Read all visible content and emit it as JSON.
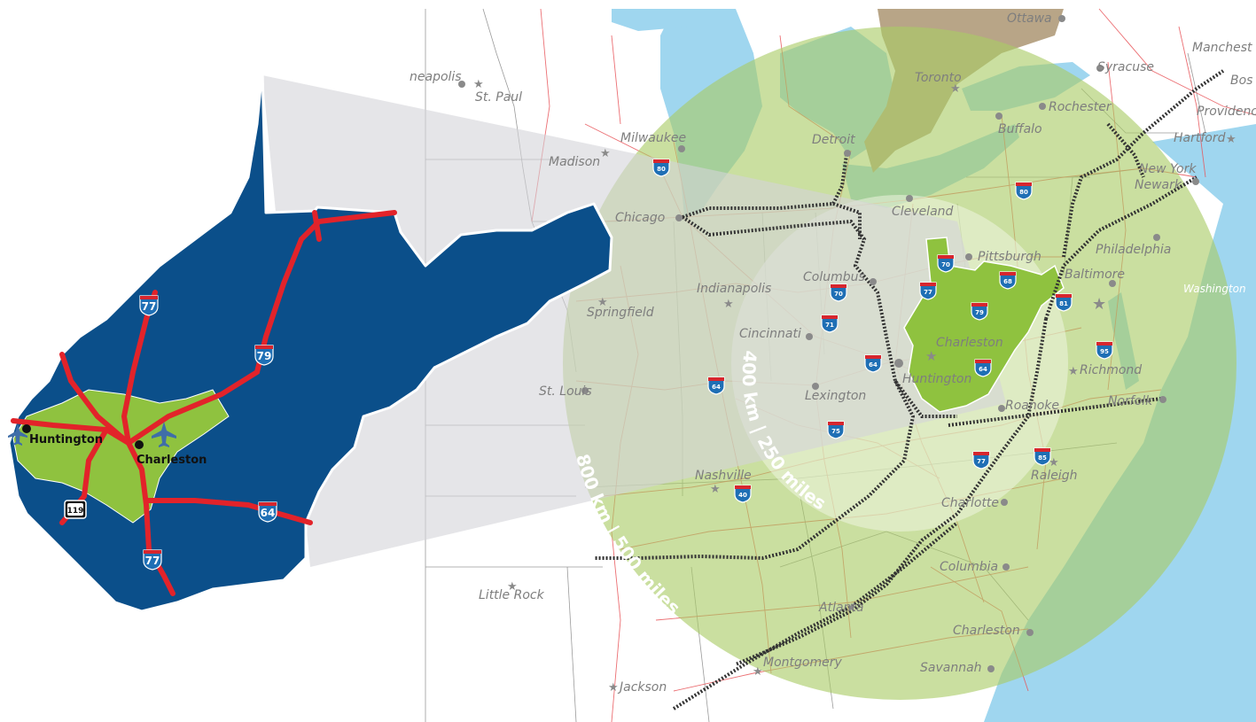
{
  "map": {
    "radius_labels": {
      "inner": "400 km | 250 miles",
      "outer": "800 km | 500 miles"
    },
    "colors": {
      "water": "#9fd6ef",
      "land": "#ffffff",
      "canada": "#b8a587",
      "outer_circle": "#bcd68a",
      "inner_circle": "#d7e6b4",
      "wv_state": "#0b4f8a",
      "wv_region": "#8fc23f",
      "interstate_red": "#e2232a",
      "road_red": "#e8555a",
      "projection_gray": "#e3e3e5"
    },
    "cities": [
      {
        "name": "neapolis"
      },
      {
        "name": "St. Paul"
      },
      {
        "name": "Milwaukee"
      },
      {
        "name": "Madison"
      },
      {
        "name": "Chicago"
      },
      {
        "name": "Detroit"
      },
      {
        "name": "Toronto"
      },
      {
        "name": "Ottawa"
      },
      {
        "name": "Rochester"
      },
      {
        "name": "Buffalo"
      },
      {
        "name": "Syracuse"
      },
      {
        "name": "Manchest"
      },
      {
        "name": "Bos"
      },
      {
        "name": "Providenc"
      },
      {
        "name": "Hartford"
      },
      {
        "name": "New York"
      },
      {
        "name": "Newark"
      },
      {
        "name": "Cleveland"
      },
      {
        "name": "Pittsburgh"
      },
      {
        "name": "Philadelphia"
      },
      {
        "name": "Baltimore"
      },
      {
        "name": "Washington"
      },
      {
        "name": "Columbus"
      },
      {
        "name": "Indianapolis"
      },
      {
        "name": "Springfield"
      },
      {
        "name": "Cincinnati"
      },
      {
        "name": "Charleston"
      },
      {
        "name": "Huntington"
      },
      {
        "name": "Richmond"
      },
      {
        "name": "St. Louis"
      },
      {
        "name": "Lexington"
      },
      {
        "name": "Roanoke"
      },
      {
        "name": "Norfolk"
      },
      {
        "name": "Nashville"
      },
      {
        "name": "Charlotte"
      },
      {
        "name": "Raleigh"
      },
      {
        "name": "Columbia"
      },
      {
        "name": "Little Rock"
      },
      {
        "name": "Atlanta"
      },
      {
        "name": "Charleston"
      },
      {
        "name": "Montgomery"
      },
      {
        "name": "Savannah"
      },
      {
        "name": "Jackson"
      }
    ],
    "interstate_shields": [
      "80",
      "80",
      "70",
      "68",
      "70",
      "77",
      "79",
      "81",
      "71",
      "64",
      "64",
      "95",
      "75",
      "77",
      "85",
      "64",
      "40"
    ],
    "inset": {
      "cities": [
        "Huntington",
        "Charleston"
      ],
      "shields": [
        "77",
        "79",
        "64",
        "77"
      ],
      "us_route": "119"
    }
  }
}
